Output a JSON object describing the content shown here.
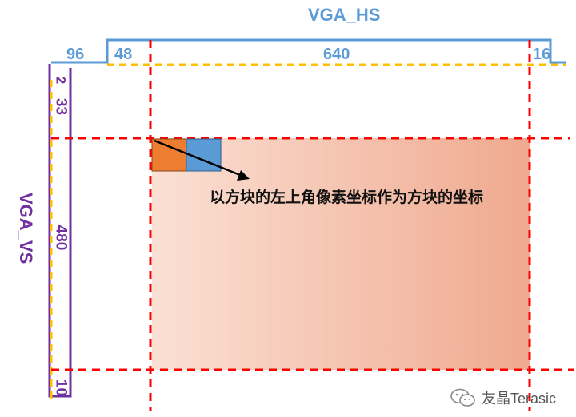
{
  "hs": {
    "title": "VGA_HS",
    "sync": "96",
    "back_porch": "48",
    "active": "640",
    "front_porch": "16"
  },
  "vs": {
    "title": "VGA_VS",
    "sync": "2",
    "back_porch": "33",
    "active": "480",
    "front_porch": "10"
  },
  "annotation": "以方块的左上角像素坐标作为方块的坐标",
  "watermark": "友晶Terasic",
  "icons": [
    "wechat-icon"
  ],
  "colors": {
    "hs_line": "#5B9BD5",
    "vs_line": "#7030A0",
    "porch_line": "#FFC000",
    "boundary_line": "#FF0000",
    "block_orange": "#ED7D31",
    "block_blue": "#5B9BD5",
    "gradient_start": "#FBE0D4",
    "gradient_end": "#EFA98F"
  }
}
